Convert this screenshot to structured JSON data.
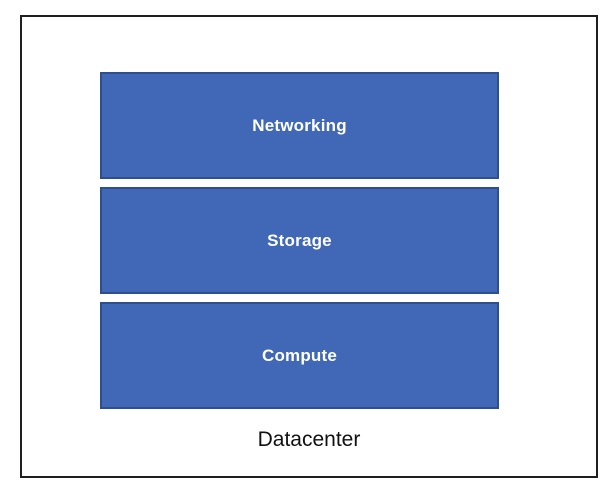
{
  "diagram": {
    "type": "stacked-layer-diagram",
    "container": {
      "label": "Datacenter"
    },
    "layers": [
      {
        "label": "Networking"
      },
      {
        "label": "Storage"
      },
      {
        "label": "Compute"
      }
    ],
    "colors": {
      "layer_fill": "#4068b6",
      "layer_border": "#2d4f8e",
      "layer_text": "#ffffff",
      "frame_border": "#1f1f1f",
      "container_text": "#111111",
      "background": "#ffffff"
    }
  }
}
